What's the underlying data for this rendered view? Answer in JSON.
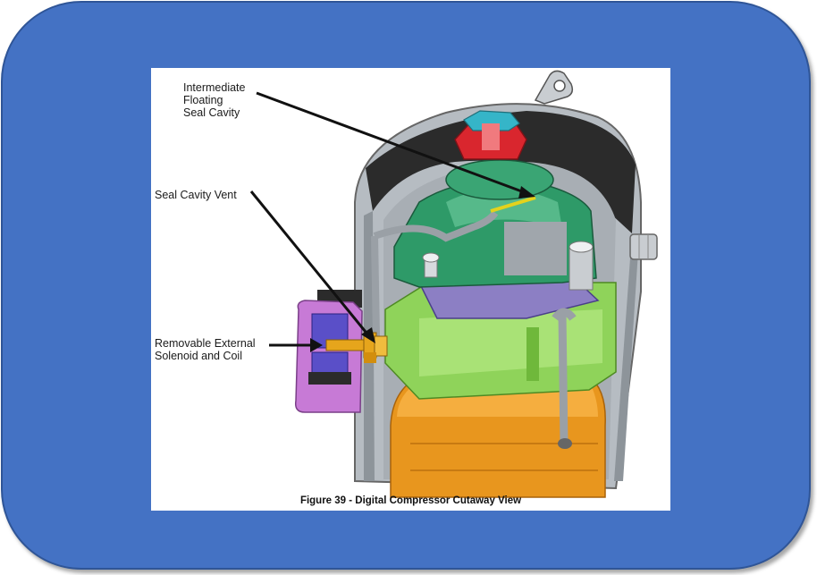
{
  "figure": {
    "caption": "Figure 39 - Digital Compressor Cutaway View",
    "labels": {
      "seal_cavity": "Intermediate\nFloating\nSeal Cavity",
      "vent": "Seal Cavity Vent",
      "solenoid": "Removable External\nSolenoid and Coil"
    }
  },
  "colors": {
    "frame": "#4472c4",
    "frame_border": "#2f5597",
    "shell": "#9aa0a6",
    "scroll_green": "#2e9a68",
    "frame_lime": "#8fd35a",
    "motor_orange": "#e8961e",
    "solenoid_purple": "#c77ad6",
    "coil_blue": "#5a4fc8",
    "valve_gold": "#e6a51c",
    "seal_red": "#d9262e",
    "seal_cyan": "#35b5c8"
  }
}
